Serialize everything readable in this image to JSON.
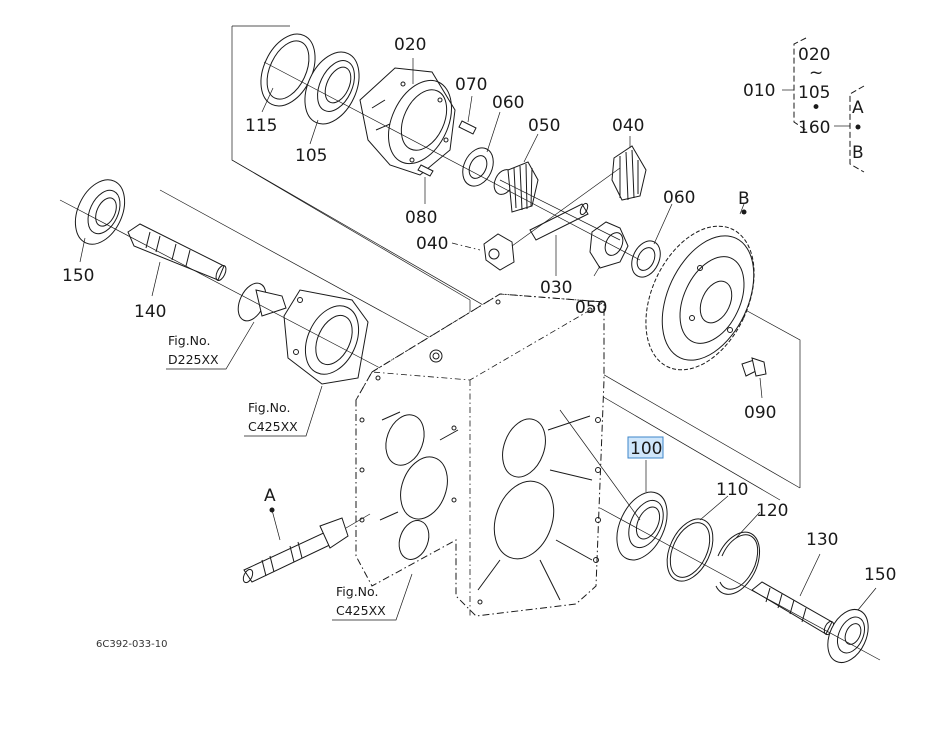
{
  "diagram": {
    "drawing_code": "6C392-033-10",
    "highlight_color": "#cfe6fb",
    "highlight_border": "#3d86c8",
    "line_color": "#1a1a1a",
    "legend": {
      "assembly": "010",
      "range_start": "020",
      "range_symbol": "~",
      "range_end": "105",
      "dot": "•",
      "extra": "160",
      "sub_a": "A",
      "sub_b": "B"
    },
    "parts": {
      "p020": "020",
      "p030": "030",
      "p040_top": "040",
      "p040_left": "040",
      "p050_top": "050",
      "p050_bottom": "050",
      "p060_top": "060",
      "p060_right": "060",
      "p070": "070",
      "p080": "080",
      "p090": "090",
      "p100": "100",
      "p105": "105",
      "p110": "110",
      "p115": "115",
      "p120": "120",
      "p130": "130",
      "p140": "140",
      "p150_left": "150",
      "p150_right": "150",
      "ref_a": "A",
      "ref_b": "B"
    },
    "fig_refs": [
      {
        "line1": "Fig.No.",
        "line2": "D225XX"
      },
      {
        "line1": "Fig.No.",
        "line2": "C425XX"
      },
      {
        "line1": "Fig.No.",
        "line2": "C425XX"
      }
    ]
  }
}
